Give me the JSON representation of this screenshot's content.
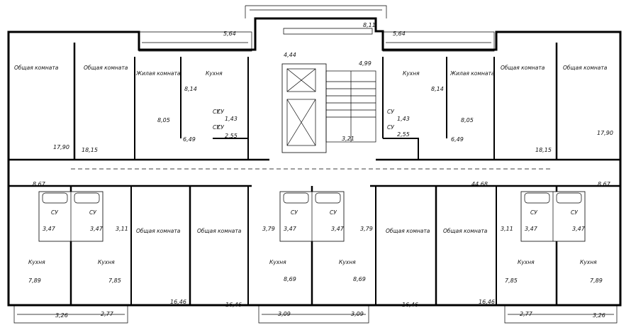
{
  "plan": {
    "rooms": [
      {
        "name": "Общая комната",
        "area": "17,90"
      },
      {
        "name": "Общая комната",
        "area": "18,15"
      },
      {
        "name": "Жилая комната",
        "area": "8,05"
      },
      {
        "name": "Кухня",
        "area": "8,14"
      },
      {
        "name": "СУ",
        "area": "1,43"
      },
      {
        "name": "СУ",
        "area": "2,55"
      },
      {
        "name": "Кухня",
        "area": "8,14"
      },
      {
        "name": "Жилая комната",
        "area": "8,05"
      },
      {
        "name": "Общая комната",
        "area": "18,15"
      },
      {
        "name": "Общая комната",
        "area": "17,90"
      },
      {
        "name": "Кухня",
        "area": "7,89"
      },
      {
        "name": "Кухня",
        "area": "7,85"
      },
      {
        "name": "Общая комната",
        "area": "16,46"
      },
      {
        "name": "Общая комната",
        "area": "16,46"
      },
      {
        "name": "Кухня",
        "area": "8,69"
      },
      {
        "name": "Кухня",
        "area": "8,69"
      },
      {
        "name": "Общая комната",
        "area": "16,46"
      },
      {
        "name": "Общая комната",
        "area": "16,46"
      },
      {
        "name": "Кухня",
        "area": "7,85"
      },
      {
        "name": "Кухня",
        "area": "7,89"
      }
    ],
    "su_labels": [
      "СУ",
      "СУ",
      "СУ",
      "СУ",
      "СУ",
      "СУ",
      "СУ",
      "СУ",
      "СУ",
      "СУ"
    ],
    "other_areas": [
      "5,64",
      "8,11",
      "5,64",
      "4,44",
      "4,99",
      "6,49",
      "6,49",
      "3,21",
      "2,55",
      "1,43",
      "8,67",
      "44,68",
      "8,67",
      "3,47",
      "3,47",
      "3,11",
      "3,79",
      "3,47",
      "3,47",
      "3,79",
      "3,11",
      "3,47",
      "3,47",
      "3,26",
      "2,77",
      "3,09",
      "3,09",
      "2,77",
      "3,26"
    ]
  }
}
